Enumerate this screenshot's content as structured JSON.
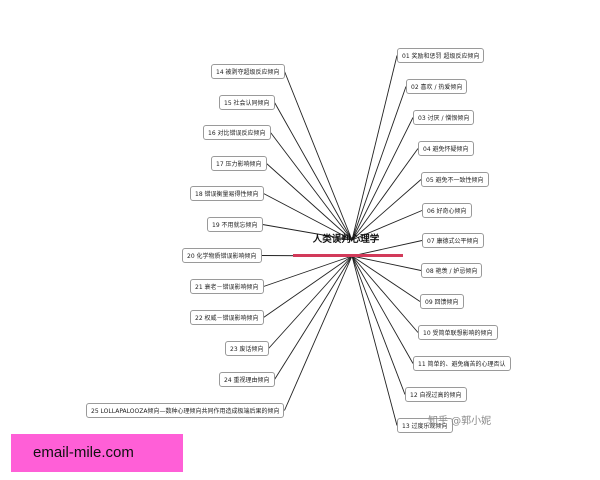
{
  "diagram": {
    "center": "人类误判心理学",
    "colors": {
      "line": "#222222",
      "underline": "#d23a5a",
      "banner": "#ff5fd7"
    },
    "left_nodes": [
      "14 被剥夺超级反应倾向",
      "15 社会认同倾向",
      "16 对比错误反应倾向",
      "17 压力影响倾向",
      "18 错误衡量易得性倾向",
      "19 不用就忘倾向",
      "20 化学物质错误影响倾向",
      "21 衰老－错误影响倾向",
      "22 权威－错误影响倾向",
      "23 废话倾向",
      "24 重视理由倾向",
      "25 LOLLAPALOOZA倾向—数种心理倾向共同作用造成极端后果的倾向"
    ],
    "right_nodes": [
      "01 奖励和惩罚 超级反应倾向",
      "02 喜欢 / 热爱倾向",
      "03 讨厌 / 憎恨倾向",
      "04 避免怀疑倾向",
      "05 避免不一致性倾向",
      "06 好奇心倾向",
      "07 康德式公平倾向",
      "08 艳羡 / 妒忌倾向",
      "09 回馈倾向",
      "10 受简单联想影响的倾向",
      "11 简单的、避免痛苦的心理否认",
      "12 自视过高的倾向",
      "13 过度乐观倾向"
    ]
  },
  "watermark": "知乎 @郭小妮",
  "banner": {
    "text": "email-mile.com"
  }
}
